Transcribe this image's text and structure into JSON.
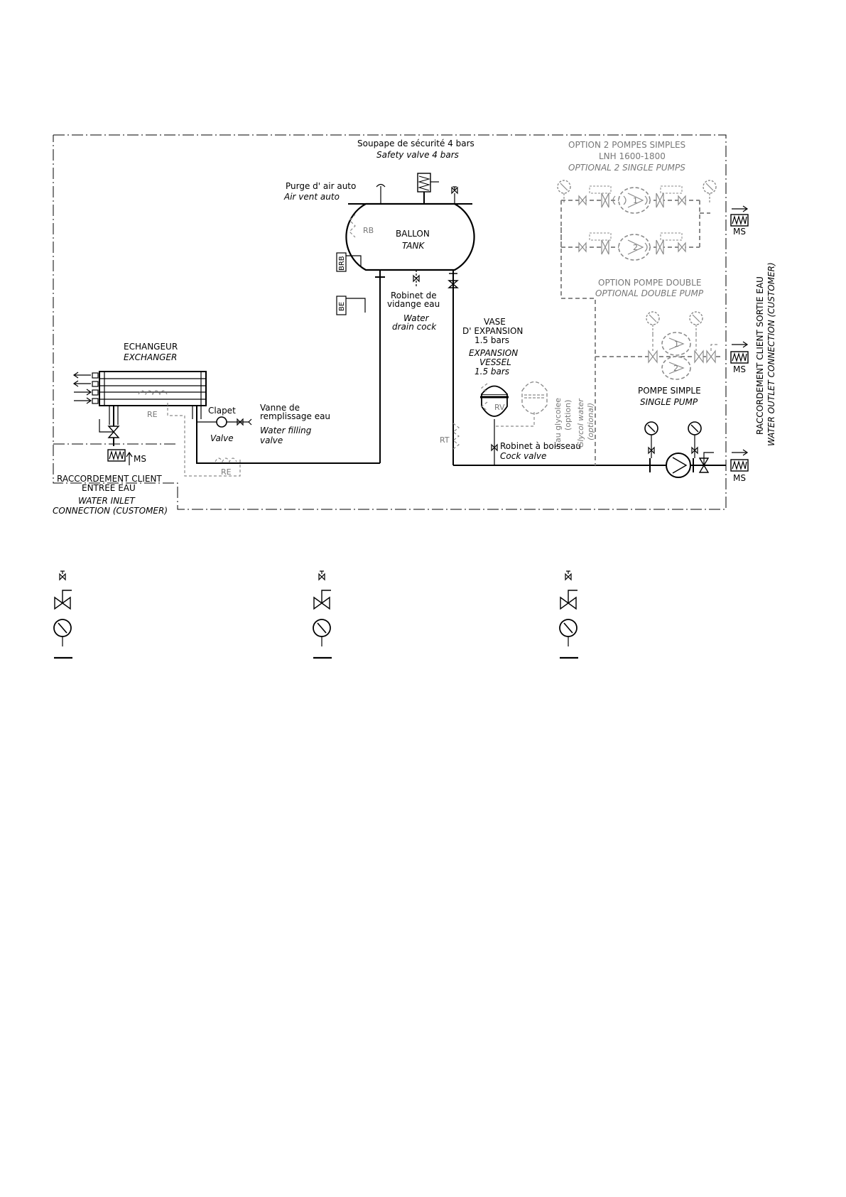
{
  "labels": {
    "safety_valve_fr": "Soupape de sécurité 4 bars",
    "safety_valve_en": "Safety valve 4 bars",
    "air_vent_fr": "Purge d' air auto",
    "air_vent_en": "Air vent auto",
    "tank_fr": "BALLON",
    "tank_en": "TANK",
    "rb": "RB",
    "brb": "BRB",
    "be": "BE",
    "drain_fr_1": "Robinet de",
    "drain_fr_2": "vidange eau",
    "drain_en_1": "Water",
    "drain_en_2": "drain cock",
    "exp_fr_1": "VASE",
    "exp_fr_2": "D' EXPANSION",
    "exp_fr_3": "1.5 bars",
    "exp_en_1": "EXPANSION",
    "exp_en_2": "VESSEL",
    "exp_en_3": "1.5 bars",
    "rv": "RV",
    "glycol_fr_1": "Eau glycolee",
    "glycol_fr_2": "(option)",
    "glycol_en_1": "Glycol water",
    "glycol_en_2": "(optional)",
    "exchanger_fr": "ECHANGEUR",
    "exchanger_en": "EXCHANGER",
    "re": "RE",
    "clapet_fr": "Clapet",
    "clapet_en": "Valve",
    "fill_fr_1": "Vanne de",
    "fill_fr_2": "remplissage eau",
    "fill_en_1": "Water filling",
    "fill_en_2": "valve",
    "rt": "RT",
    "cock_fr": "Robinet à boisseau",
    "cock_en": "Cock valve",
    "ms": "MS",
    "inlet_fr_1": "RACCORDEMENT CLIENT",
    "inlet_fr_2": "ENTREE EAU",
    "inlet_en_1": "WATER INLET",
    "inlet_en_2": "CONNECTION (CUSTOMER)",
    "two_pumps_fr_1": "OPTION 2 POMPES SIMPLES",
    "two_pumps_fr_2": "LNH 1600-1800",
    "two_pumps_en": "OPTIONAL 2 SINGLE PUMPS",
    "double_pump_fr": "OPTION POMPE DOUBLE",
    "double_pump_en": "OPTIONAL DOUBLE PUMP",
    "single_pump_fr": "POMPE SIMPLE",
    "single_pump_en": "SINGLE PUMP",
    "outlet_fr": "RACCORDEMENT CLIENT SORTIE EAU",
    "outlet_en": "WATER OUTLET CONNECTION (CUSTOMER)",
    "pump_1": "1",
    "pump_2": "2"
  }
}
